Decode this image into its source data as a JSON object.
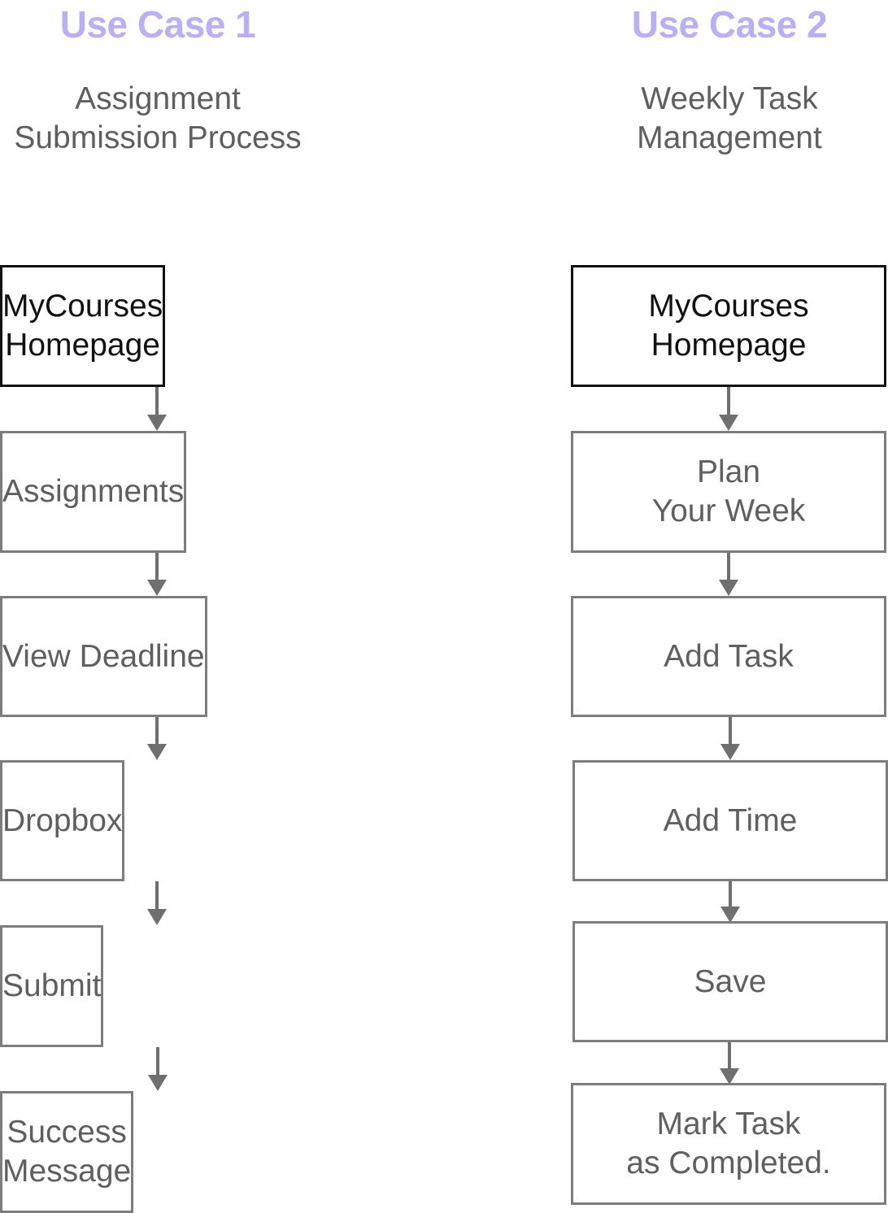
{
  "use_case_1": {
    "title": "Use Case 1",
    "subtitle": "Assignment\nSubmission Process",
    "steps": [
      "MyCourses\nHomepage",
      "Assignments",
      "View Deadline",
      "Dropbox",
      "Submit",
      "Success\nMessage"
    ]
  },
  "use_case_2": {
    "title": "Use Case 2",
    "subtitle": "Weekly Task\nManagement",
    "steps": [
      "MyCourses\nHomepage",
      "Plan\nYour Week",
      "Add Task",
      "Add Time",
      "Save",
      "Mark Task\nas Completed."
    ]
  },
  "colors": {
    "title": "#b7b0f7",
    "text": "#5f5f5f",
    "start_border": "#111111",
    "box_border": "#7d7d7d",
    "arrow": "#6f6f6f"
  }
}
